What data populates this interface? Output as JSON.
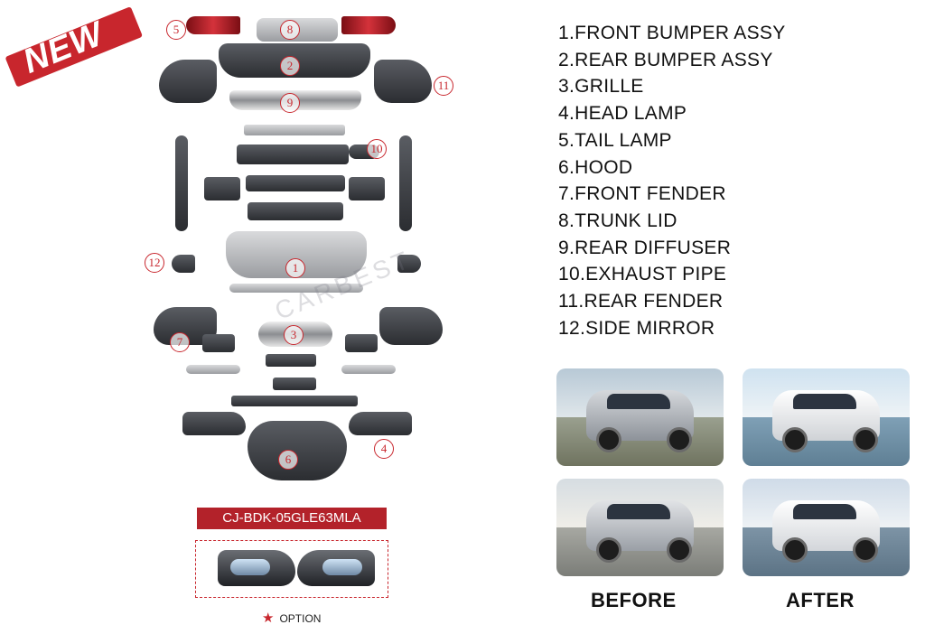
{
  "badge": {
    "text": "NEW"
  },
  "watermark": {
    "text": "CARBEST"
  },
  "callouts": [
    "5",
    "8",
    "2",
    "11",
    "9",
    "10",
    "12",
    "1",
    "7",
    "3",
    "4",
    "6"
  ],
  "model_code": "CJ-BDK-05GLE63MLA",
  "option": {
    "label": "OPTION"
  },
  "parts": [
    "1.FRONT BUMPER ASSY",
    "2.REAR BUMPER ASSY",
    "3.GRILLE",
    "4.HEAD LAMP",
    "5.TAIL LAMP",
    "6.HOOD",
    "7.FRONT FENDER",
    "8.TRUNK LID",
    "9.REAR DIFFUSER",
    "10.EXHAUST PIPE",
    "11.REAR FENDER",
    "12.SIDE MIRROR"
  ],
  "comparison": {
    "before_label": "BEFORE",
    "after_label": "AFTER"
  },
  "colors": {
    "accent": "#c8262d",
    "badge_bg": "#b3222a",
    "text": "#111111"
  }
}
